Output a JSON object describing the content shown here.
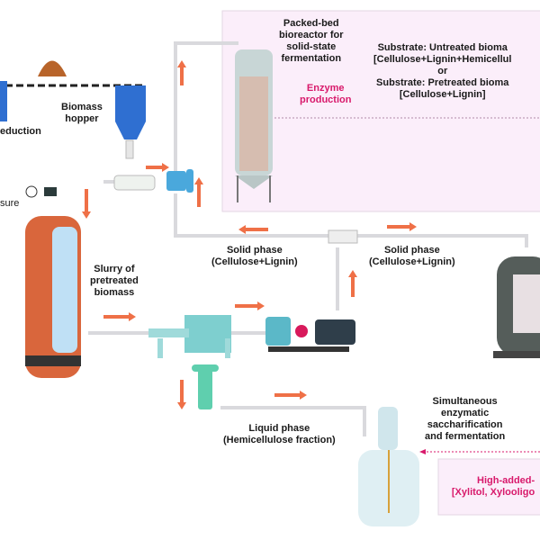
{
  "labels": {
    "size_reduction": "eduction",
    "biomass_hopper": [
      "Biomass",
      "hopper"
    ],
    "pressure": "sure",
    "packed_bed": [
      "Packed-bed",
      "bioreactor for",
      "solid-state",
      "fermentation"
    ],
    "enzyme_production": [
      "Enzyme",
      "production"
    ],
    "substrate_untreated": "Substrate: Untreated bioma",
    "substrate_untreated_comp": "[Cellulose+Lignin+Hemicellul",
    "or": "or",
    "substrate_pretreated": "Substrate: Pretreated bioma",
    "substrate_pretreated_comp": "[Cellulose+Lignin]",
    "slurry": [
      "Slurry of",
      "pretreated",
      "biomass"
    ],
    "solid_phase_left": [
      "Solid phase",
      "(Cellulose+Lignin)"
    ],
    "solid_phase_right": [
      "Solid phase",
      "(Cellulose+Lignin)"
    ],
    "liquid_phase": [
      "Liquid phase",
      "(Hemicellulose fraction)"
    ],
    "ssf": [
      "Simultaneous",
      "enzymatic",
      "saccharification",
      "and fermentation"
    ],
    "high_added": [
      "High-added-",
      "[Xylitol, Xylooligo"
    ]
  },
  "colors": {
    "arrow": "#ef7047",
    "pipe": "#d9d9dd",
    "accent_pink": "#d8196b",
    "box_fill": "#fbeefa",
    "reactor_orange": "#d9663c",
    "hopper_blue": "#2f6fd1",
    "filter_teal": "#6cc6c6"
  }
}
